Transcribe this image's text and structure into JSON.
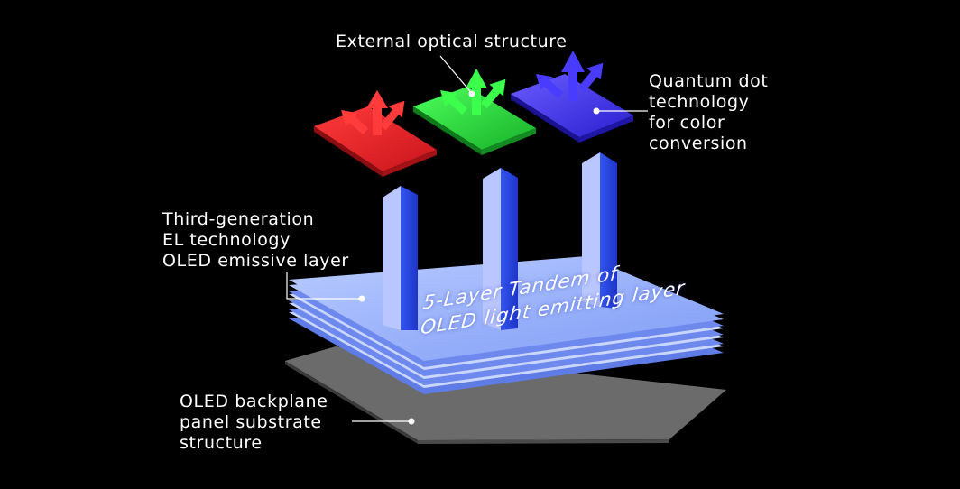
{
  "labels": {
    "external": [
      "External optical structure"
    ],
    "quantum": [
      "Quantum dot",
      "technology",
      "for color",
      "conversion"
    ],
    "third_gen": [
      "Third-generation",
      "EL technology",
      "OLED emissive layer"
    ],
    "backplane": [
      "OLED backplane",
      "panel substrate",
      "structure"
    ],
    "tandem": [
      "5-Layer Tandem of",
      "OLED light emitting layer"
    ]
  },
  "colors": {
    "background": "#000000",
    "red_block": "#e8262a",
    "green_block": "#27d63a",
    "blue_block": "#3a32e6",
    "pillar": "#2f4fe8",
    "tandem_layer": "#9fb6ff",
    "substrate": "#6a6a6a",
    "leader_line": "#ffffff"
  },
  "icons": {
    "arrows": "light-emission-arrows-icon"
  }
}
